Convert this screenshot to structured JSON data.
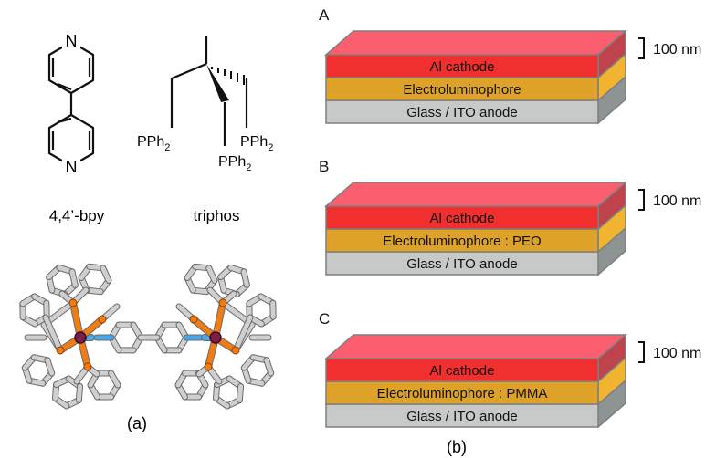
{
  "left_panel": {
    "bpy_label": "4,4’-bpy",
    "bpy_atom_top": "N",
    "bpy_atom_bottom": "N",
    "triphos_label": "triphos",
    "pph2_left": "PPh",
    "pph2_right": "PPh",
    "pph2_bottom": "PPh",
    "subscript_2": "2",
    "caption": "(a)"
  },
  "right_panel": {
    "caption": "(b)",
    "devices": [
      {
        "letter": "A",
        "cathode": "Al cathode",
        "emitter": "Electroluminophore",
        "anode": "Glass / ITO anode",
        "thickness": "100 nm"
      },
      {
        "letter": "B",
        "cathode": "Al cathode",
        "emitter": "Electroluminophore : PEO",
        "anode": "Glass / ITO anode",
        "thickness": "100 nm"
      },
      {
        "letter": "C",
        "cathode": "Al cathode",
        "emitter": "Electroluminophore : PMMA",
        "anode": "Glass / ITO anode",
        "thickness": "100 nm"
      }
    ]
  },
  "colors": {
    "cathode_front": "#f01818",
    "cathode_top": "#fb5f6f",
    "cathode_side": "#b82f3a",
    "emitter_front": "#dc9a16",
    "emitter_side": "#f0ae20",
    "anode_front": "#c7c9c9",
    "anode_side": "#8e9494",
    "outline": "#7f7f7f",
    "bond": "#111111",
    "stick_gray": "#cfcfcf",
    "stick_orange": "#f07c14",
    "stick_purple": "#7b1e4a",
    "stick_blue": "#49a6e8"
  }
}
